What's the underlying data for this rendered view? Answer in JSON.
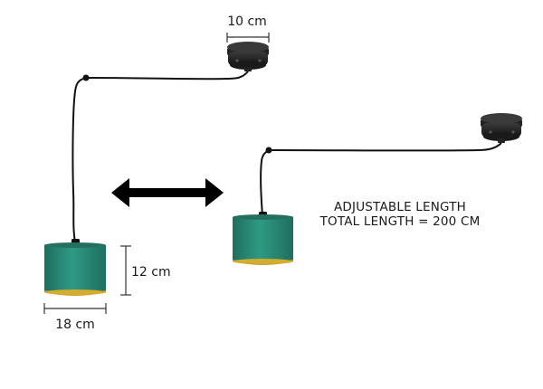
{
  "dimensions": {
    "canopy_width": "10 cm",
    "shade_height": "12 cm",
    "shade_width": "18 cm"
  },
  "note": {
    "line1": "ADJUSTABLE LENGTH",
    "line2": "TOTAL LENGTH = 200 CM"
  },
  "colors": {
    "shade": "#2a8a77",
    "shade_dark": "#1f6e5f",
    "shade_inner": "#c9a227",
    "cable": "#111111",
    "canopy": "#1b1b1b",
    "dimension_line": "#333333"
  }
}
